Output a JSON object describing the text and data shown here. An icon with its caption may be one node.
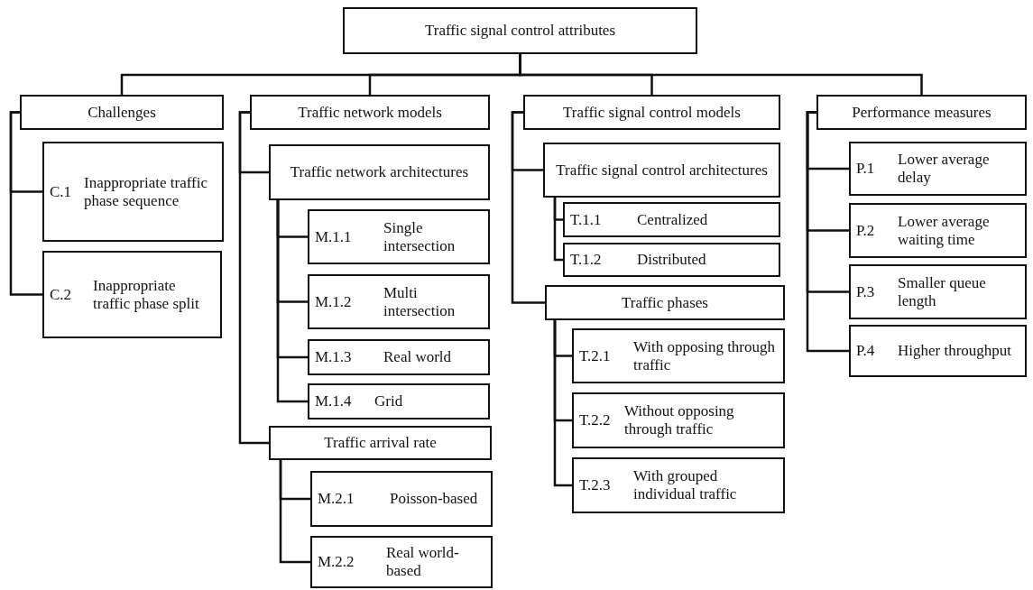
{
  "diagram": {
    "nodes": [
      {
        "text": [
          "Traffic signal control attributes"
        ]
      },
      {
        "text": [
          "Challenges"
        ]
      },
      {
        "text": [
          "C.1",
          "Inappropriate traffic phase sequence"
        ]
      },
      {
        "text": [
          "C.2",
          "Inappropriate traffic phase split"
        ]
      },
      {
        "text": [
          "Traffic network models"
        ]
      },
      {
        "text": [
          "Traffic network architectures"
        ]
      },
      {
        "text": [
          "M.1.1",
          "Single intersection"
        ]
      },
      {
        "text": [
          "M.1.2",
          "Multi intersection"
        ]
      },
      {
        "text": [
          "M.1.3",
          "Real world"
        ]
      },
      {
        "text": [
          "M.1.4",
          "Grid"
        ]
      },
      {
        "text": [
          "Traffic arrival rate"
        ]
      },
      {
        "text": [
          "M.2.1",
          "Poisson-based"
        ]
      },
      {
        "text": [
          "M.2.2",
          "Real world-based"
        ]
      },
      {
        "text": [
          "Traffic signal control models"
        ]
      },
      {
        "text": [
          "Traffic signal control architectures"
        ]
      },
      {
        "text": [
          "T.1.1",
          "Centralized"
        ]
      },
      {
        "text": [
          "T.1.2",
          "Distributed"
        ]
      },
      {
        "text": [
          "Traffic phases"
        ]
      },
      {
        "text": [
          "T.2.1",
          "With opposing through traffic"
        ]
      },
      {
        "text": [
          "T.2.2",
          "Without opposing through traffic"
        ]
      },
      {
        "text": [
          "T.2.3",
          "With grouped individual traffic"
        ]
      },
      {
        "text": [
          "Performance measures"
        ]
      },
      {
        "text": [
          "P.1",
          "Lower average delay"
        ]
      },
      {
        "text": [
          "P.2",
          "Lower average waiting time"
        ]
      },
      {
        "text": [
          "P.3",
          "Smaller queue length"
        ]
      },
      {
        "text": [
          "P.4",
          "Higher throughput"
        ]
      }
    ],
    "edges": [
      {
        "from": 0,
        "to": 1,
        "arrow": "none"
      },
      {
        "from": 0,
        "to": 4,
        "arrow": "none"
      },
      {
        "from": 0,
        "to": 13,
        "arrow": "none"
      },
      {
        "from": 0,
        "to": 21,
        "arrow": "none"
      },
      {
        "from": 1,
        "to": 2,
        "arrow": "none"
      },
      {
        "from": 1,
        "to": 3,
        "arrow": "none"
      },
      {
        "from": 4,
        "to": 5,
        "arrow": "none"
      },
      {
        "from": 4,
        "to": 10,
        "arrow": "none"
      },
      {
        "from": 5,
        "to": 6,
        "arrow": "none"
      },
      {
        "from": 5,
        "to": 7,
        "arrow": "none"
      },
      {
        "from": 5,
        "to": 8,
        "arrow": "none"
      },
      {
        "from": 5,
        "to": 9,
        "arrow": "none"
      },
      {
        "from": 10,
        "to": 11,
        "arrow": "none"
      },
      {
        "from": 10,
        "to": 12,
        "arrow": "none"
      },
      {
        "from": 13,
        "to": 14,
        "arrow": "none"
      },
      {
        "from": 13,
        "to": 17,
        "arrow": "none"
      },
      {
        "from": 14,
        "to": 15,
        "arrow": "none"
      },
      {
        "from": 14,
        "to": 16,
        "arrow": "none"
      },
      {
        "from": 17,
        "to": 18,
        "arrow": "none"
      },
      {
        "from": 17,
        "to": 19,
        "arrow": "none"
      },
      {
        "from": 17,
        "to": 20,
        "arrow": "none"
      },
      {
        "from": 21,
        "to": 22,
        "arrow": "none"
      },
      {
        "from": 21,
        "to": 23,
        "arrow": "none"
      },
      {
        "from": 21,
        "to": 24,
        "arrow": "none"
      },
      {
        "from": 21,
        "to": 25,
        "arrow": "none"
      }
    ]
  }
}
